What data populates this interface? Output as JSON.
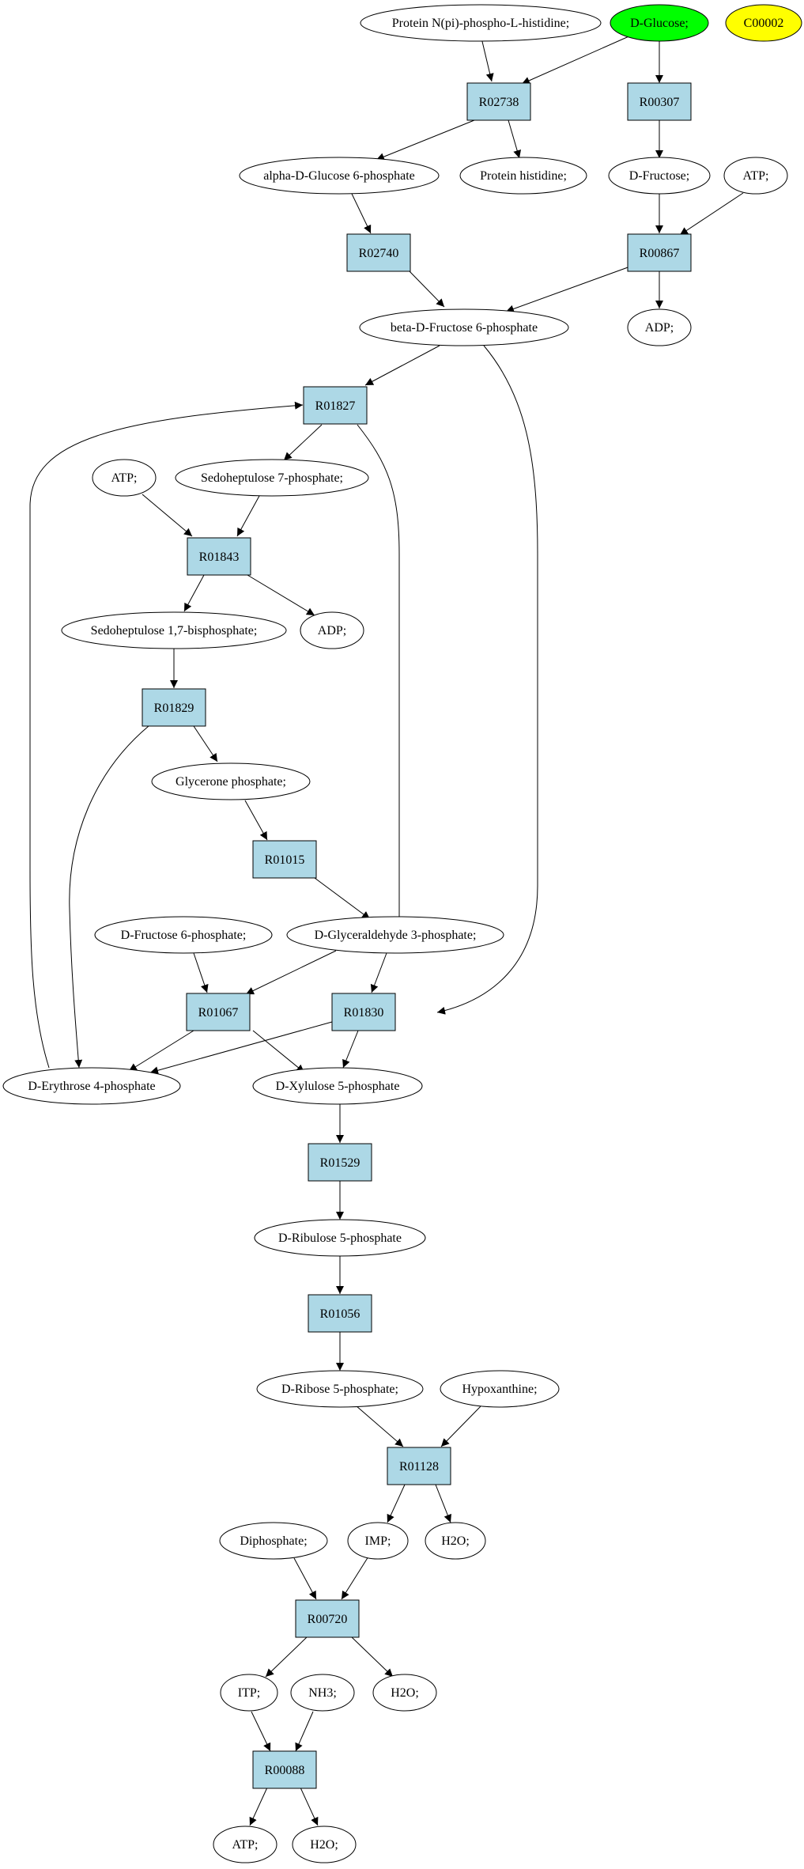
{
  "compounds": {
    "protein_npi": "Protein N(pi)-phospho-L-histidine;",
    "d_glucose": "D-Glucose;",
    "c00002": "C00002",
    "alpha_g6p": "alpha-D-Glucose 6-phosphate",
    "protein_histidine": "Protein histidine;",
    "d_fructose": "D-Fructose;",
    "atp_top": "ATP;",
    "beta_f6p": "beta-D-Fructose 6-phosphate",
    "adp_top": "ADP;",
    "atp_mid": "ATP;",
    "sedo7p": "Sedoheptulose 7-phosphate;",
    "sedo17bp": "Sedoheptulose 1,7-bisphosphate;",
    "adp_mid": "ADP;",
    "glycerone_p": "Glycerone phosphate;",
    "d_f6p": "D-Fructose 6-phosphate;",
    "g3p": "D-Glyceraldehyde 3-phosphate;",
    "e4p": "D-Erythrose 4-phosphate",
    "xu5p": "D-Xylulose 5-phosphate",
    "ru5p": "D-Ribulose 5-phosphate",
    "r5p": "D-Ribose 5-phosphate;",
    "hypoxanthine": "Hypoxanthine;",
    "diphosphate": "Diphosphate;",
    "imp": "IMP;",
    "h2o_1": "H2O;",
    "itp": "ITP;",
    "nh3": "NH3;",
    "h2o_2": "H2O;",
    "atp_bottom": "ATP;",
    "h2o_3": "H2O;"
  },
  "reactions": {
    "R02738": "R02738",
    "R00307": "R00307",
    "R02740": "R02740",
    "R00867": "R00867",
    "R01827": "R01827",
    "R01843": "R01843",
    "R01829": "R01829",
    "R01015": "R01015",
    "R01067": "R01067",
    "R01830": "R01830",
    "R01529": "R01529",
    "R01056": "R01056",
    "R01128": "R01128",
    "R00720": "R00720",
    "R00088": "R00088"
  },
  "colors": {
    "reaction_fill": "#add8e6",
    "start_compound_fill": "#00ff00",
    "highlight_compound_fill": "#ffff00",
    "compound_fill": "#ffffff",
    "stroke": "#000000"
  }
}
